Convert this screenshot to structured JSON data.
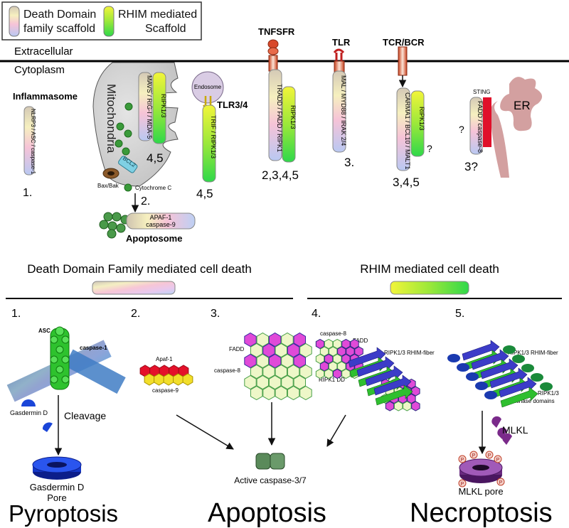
{
  "legend": {
    "death_domain_label_1": "Death Domain",
    "death_domain_label_2": "family scaffold",
    "rhim_label_1": "RHIM mediated",
    "rhim_label_2": "Scaffold"
  },
  "compartments": {
    "extracellular": "Extracellular",
    "cytoplasm": "Cytoplasm"
  },
  "receptors": {
    "tnfsfr": "TNFSFR",
    "tlr": "TLR",
    "tcr_bcr": "TCR/BCR",
    "tlr34": "TLR3/4",
    "endosome": "Endosome",
    "sting": "STING",
    "er": "ER",
    "mitochondria": "Mitochondria",
    "bcl2": "BCL2",
    "bax_bak": "Bax/Bak",
    "cytochrome_c": "Cytochrome C",
    "inflammasome": "Inflammasome"
  },
  "scaffolds": {
    "inflammasome_bar": "NLRP3 / ASC / caspase-1",
    "mavs_bar": "MAVS / RIG-I / MDA-5",
    "ripk13": "RIPK1/3",
    "trif_bar": "TRIF / RIPK1/3",
    "tradd_bar": "TRADD / FADD / RIPK1",
    "mal_bar": "MAL / MYD88 / IRAK 2/4",
    "carma_bar": "CARMA1 / BCL10 / MALT1",
    "fadd_bar": "FADD / caspase-8",
    "apaf_line1": "APAF-1",
    "apaf_line2": "caspase-9",
    "apoptosome": "Apoptosome"
  },
  "pathway_numbers": {
    "inflammasome": "1.",
    "mito": "4,5",
    "mito_arrow": "2.",
    "trif": "4,5",
    "tnfsfr": "2,3,4,5",
    "tlr": "3.",
    "tcr": "3,4,5",
    "sting": "3?",
    "q1": "?",
    "q2": "?"
  },
  "sections": {
    "dd_title": "Death Domain Family mediated cell death",
    "rhim_title": "RHIM mediated cell death"
  },
  "panels": {
    "p1": "1.",
    "p2": "2.",
    "p3": "3.",
    "p4": "4.",
    "p5": "5.",
    "asc": "ASC",
    "caspase1": "caspase-1",
    "gasdermin": "Gasdermin D",
    "cleavage": "Cleavage",
    "gasdermin_pore_1": "Gasdermin D",
    "gasdermin_pore_2": "Pore",
    "apaf1": "Apaf-1",
    "caspase9": "caspase-9",
    "fadd": "FADD",
    "caspase8": "caspase-8",
    "p4_caspase8": "caspase-8",
    "p4_fadd": "FADD",
    "p4_ripk1dd": "RIPK1 DD",
    "p4_fiber": "RIPK1/3 RHIM-fiber",
    "p5_fiber": "RIPK1/3 RHIM-fiber",
    "p5_kinase_1": "RIPK1/3",
    "p5_kinase_2": "kinase domains",
    "mlkl": "MLKL",
    "mlkl_pore": "MLKL pore",
    "active_caspase": "Active caspase-3/7",
    "phospho": "P"
  },
  "outcomes": {
    "pyroptosis": "Pyroptosis",
    "apoptosis": "Apoptosis",
    "necroptosis": "Necroptosis"
  }
}
